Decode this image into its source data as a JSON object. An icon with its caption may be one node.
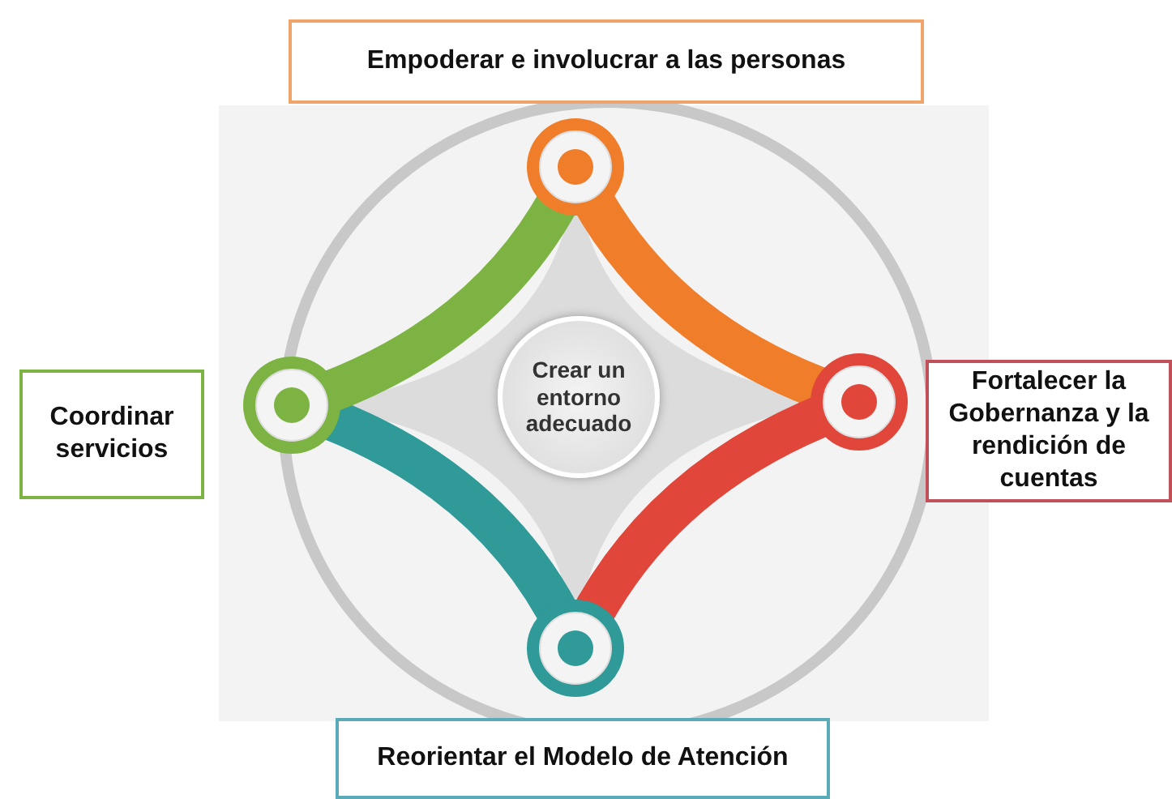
{
  "diagram": {
    "nodes": [
      {
        "text": [
          "Empoderar e involucrar a las personas"
        ]
      },
      {
        "text": [
          "Coordinar servicios"
        ]
      },
      {
        "text": [
          "Crear un entorno adecuado"
        ]
      },
      {
        "text": [
          "Fortalecer la Gobernanza y la rendición de cuentas"
        ]
      },
      {
        "text": [
          "Reorientar el Modelo de Atención"
        ]
      }
    ]
  }
}
